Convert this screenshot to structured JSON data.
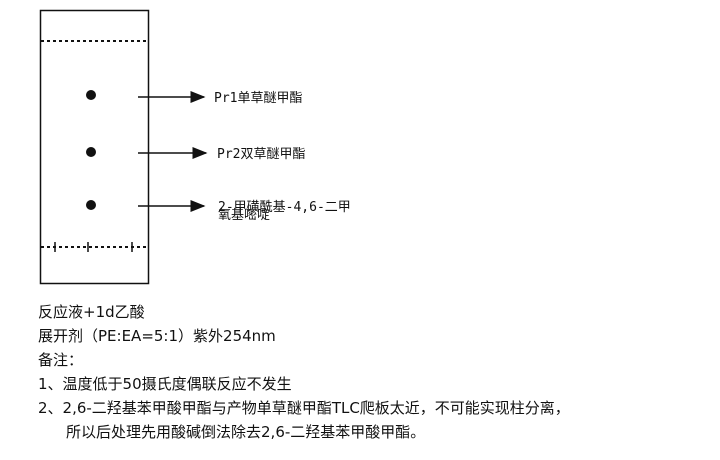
{
  "plate": {
    "spots": [
      {
        "label": "Pr1单草醚甲酯"
      },
      {
        "label": "Pr2双草醚甲酯"
      },
      {
        "label_line1": "2-甲磺酰基-4,6-二甲",
        "label_line2": "氧基嘧啶"
      }
    ]
  },
  "notes": {
    "sample": "反应液+1d乙酸",
    "eluent": "展开剂（PE:EA=5:1）紫外254nm",
    "remark_title": "备注：",
    "remark_1": "1、温度低于50摄氏度偶联反应不发生",
    "remark_2a": "2、2,6-二羟基苯甲酸甲酯与产物单草醚甲酯TLC爬板太近，不可能实现柱分离，",
    "remark_2b": "所以后处理先用酸碱倒法除去2,6-二羟基苯甲酸甲酯。"
  }
}
